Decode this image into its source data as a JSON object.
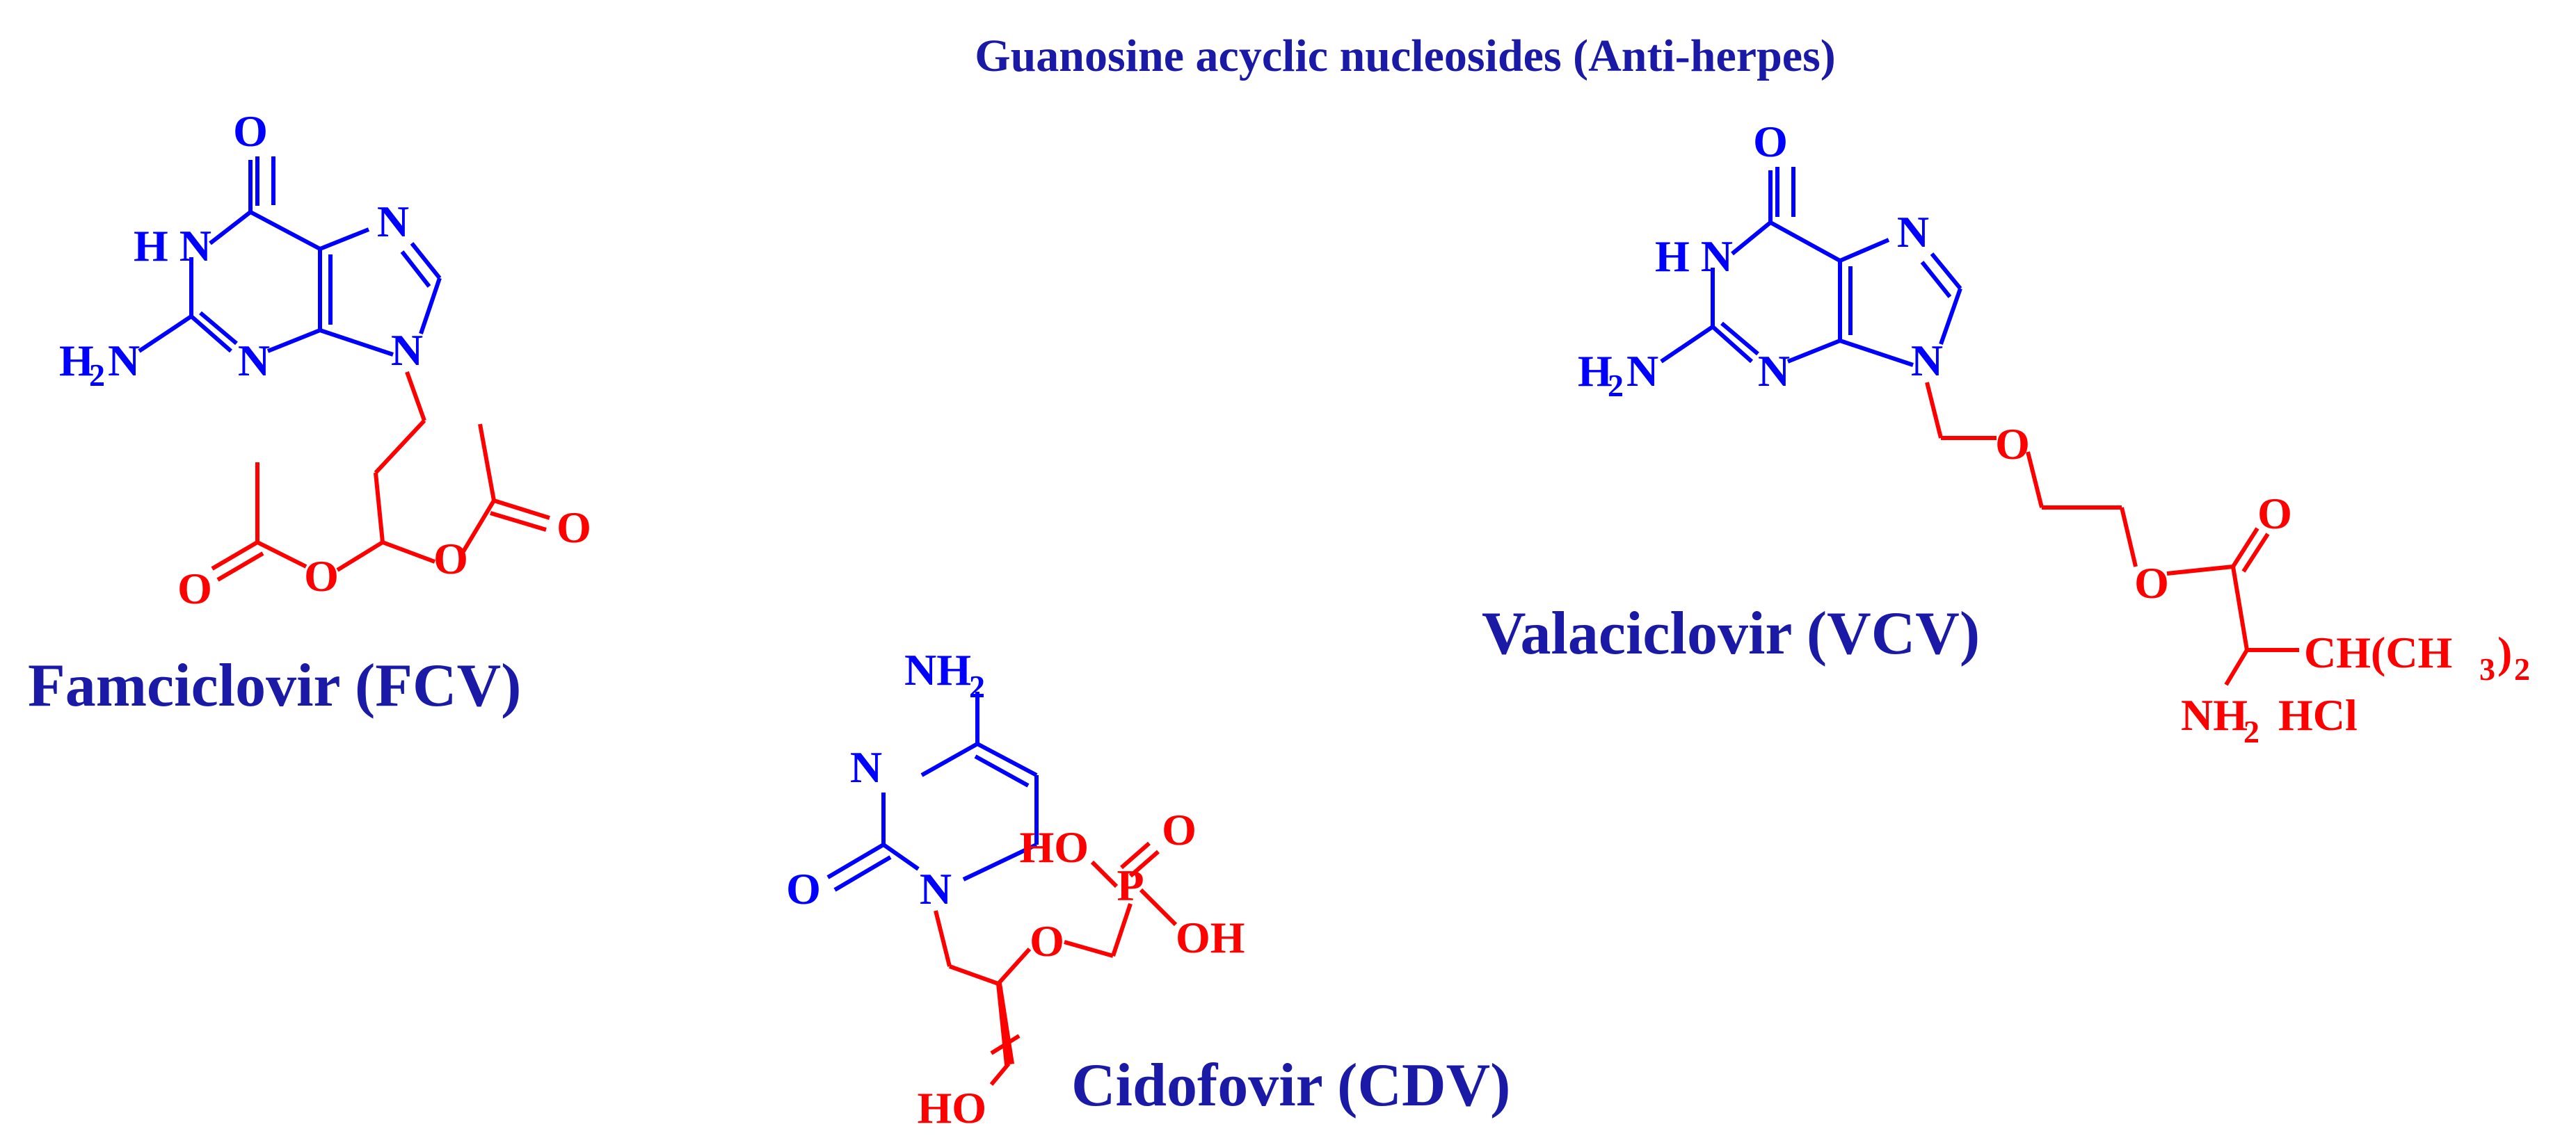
{
  "title": "Guanosine acyclic nucleosides (Anti-herpes)",
  "colors": {
    "base": "#0000ff",
    "sidechain": "#ff0000",
    "label": "#1a1aa6"
  },
  "famciclovir": {
    "name": "Famciclovir (FCV)",
    "atoms": {
      "o": "O",
      "hn": "H N",
      "n": "N",
      "h2n": "H",
      "h2n_sub": "2",
      "h2n_n": "N"
    }
  },
  "valaciclovir": {
    "name": "Valaciclovir (VCV)",
    "atoms": {
      "o": "O",
      "hn": "H N",
      "n": "N",
      "h2n": "H",
      "h2n_sub": "2",
      "h2n_n": "N"
    },
    "chain": {
      "ch": "CH(CH",
      "ch_sub": "3",
      "ch_close": ")",
      "ch_sub2": "2",
      "nh": "NH",
      "nh_sub": "2",
      "hcl": "HCl"
    }
  },
  "cidofovir": {
    "name": "Cidofovir (CDV)",
    "atoms": {
      "nh": "NH",
      "nh_sub": "2",
      "n": "N",
      "o": "O",
      "ho": "HO",
      "oh": "OH",
      "p": "P"
    }
  }
}
